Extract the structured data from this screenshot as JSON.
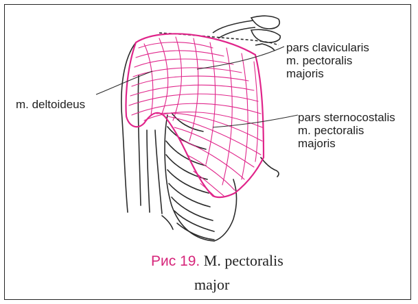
{
  "labels": {
    "clavicular": [
      "pars clavicularis",
      "m. pectoralis",
      "majoris"
    ],
    "deltoid": [
      "m. deltoideus"
    ],
    "sternocostal": [
      "pars sternocostalis",
      "m. pectoralis",
      "majoris"
    ]
  },
  "caption": {
    "prefix": "Рис 19.",
    "line1": "M. pectoralis",
    "line2": "major"
  },
  "colors": {
    "muscle": "#e0248a",
    "outline": "#2a2a2a",
    "caption_prefix": "#d6257a"
  }
}
